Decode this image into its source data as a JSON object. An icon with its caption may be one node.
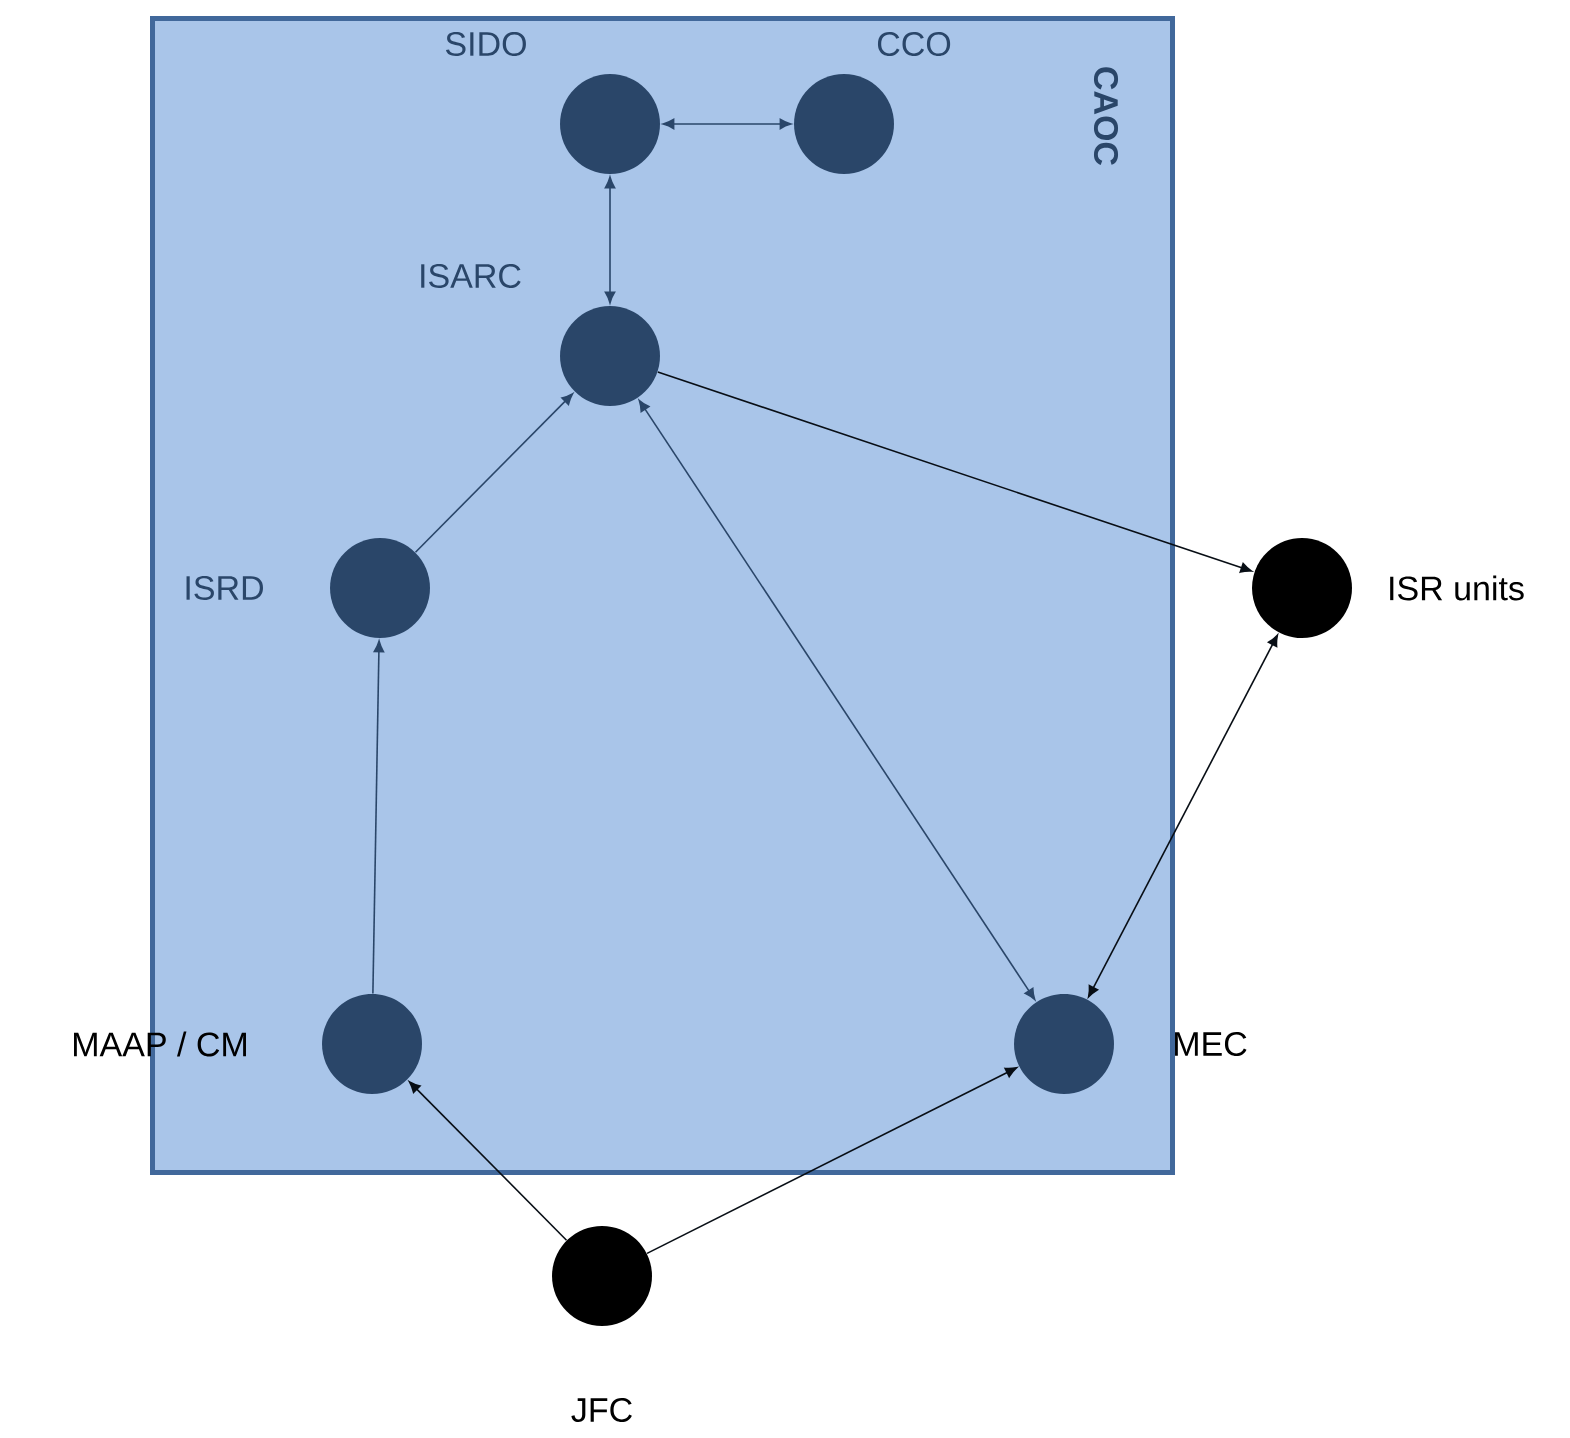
{
  "diagram": {
    "nodes": [
      {
        "text": [
          "CAOC"
        ]
      },
      {
        "text": [
          "SIDO"
        ],
        "in": 0
      },
      {
        "text": [
          "CCO"
        ],
        "in": 0
      },
      {
        "text": [
          "ISARC"
        ],
        "in": 0
      },
      {
        "text": [
          "ISRD"
        ],
        "in": 0
      },
      {
        "text": [
          "MAAP / CM"
        ],
        "in": 0
      },
      {
        "text": [
          "MEC"
        ],
        "in": 0
      },
      {
        "text": [
          "ISR units"
        ]
      },
      {
        "text": [
          "JFC"
        ]
      }
    ],
    "edges": [
      {
        "from": 1,
        "to": 2,
        "arrow": "both"
      },
      {
        "from": 1,
        "to": 3,
        "arrow": "both"
      },
      {
        "from": 4,
        "to": 3,
        "arrow": "to"
      },
      {
        "from": 5,
        "to": 4,
        "arrow": "to"
      },
      {
        "from": 3,
        "to": 7,
        "arrow": "to"
      },
      {
        "from": 3,
        "to": 6,
        "arrow": "both"
      },
      {
        "from": 7,
        "to": 6,
        "arrow": "both"
      },
      {
        "from": 8,
        "to": 5,
        "arrow": "to"
      },
      {
        "from": 8,
        "to": 6,
        "arrow": "to"
      }
    ]
  }
}
